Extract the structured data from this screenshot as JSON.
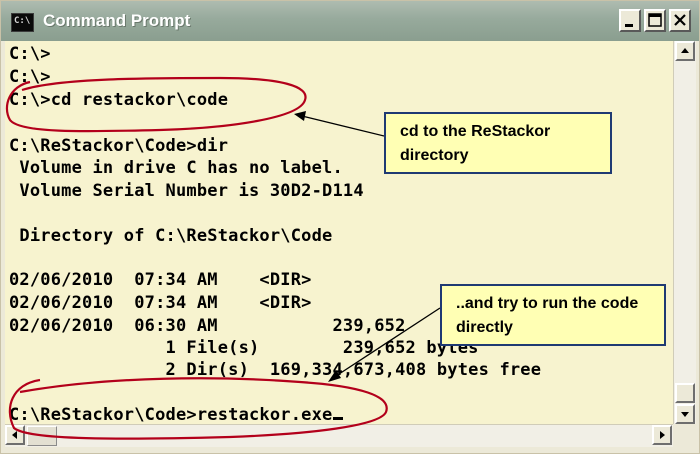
{
  "window": {
    "title": "Command Prompt",
    "icon_label": "C:\\",
    "minimize_icon": "minimize-icon",
    "maximize_icon": "maximize-icon",
    "close_icon": "close-icon"
  },
  "console": {
    "lines": [
      "C:\\>",
      "C:\\>",
      "C:\\>cd restackor\\code",
      "",
      "C:\\ReStackor\\Code>dir",
      " Volume in drive C has no label.",
      " Volume Serial Number is 30D2-D114",
      "",
      " Directory of C:\\ReStackor\\Code",
      "",
      "02/06/2010  07:34 AM    <DIR>",
      "02/06/2010  07:34 AM    <DIR>",
      "02/06/2010  06:30 AM           239,652",
      "               1 File(s)        239,652 bytes",
      "               2 Dir(s)  169,334,673,408 bytes free",
      "",
      "C:\\ReStackor\\Code>restackor.exe"
    ]
  },
  "annotations": {
    "callout1": "cd to the ReStackor directory",
    "callout2": "..and try to run the code directly"
  },
  "colors": {
    "console_bg": "#f7f3cf",
    "callout_bg": "#ffffb4",
    "callout_border": "#1f3a73",
    "ellipse": "#b3001b",
    "titlebar": "#97aa9c"
  }
}
